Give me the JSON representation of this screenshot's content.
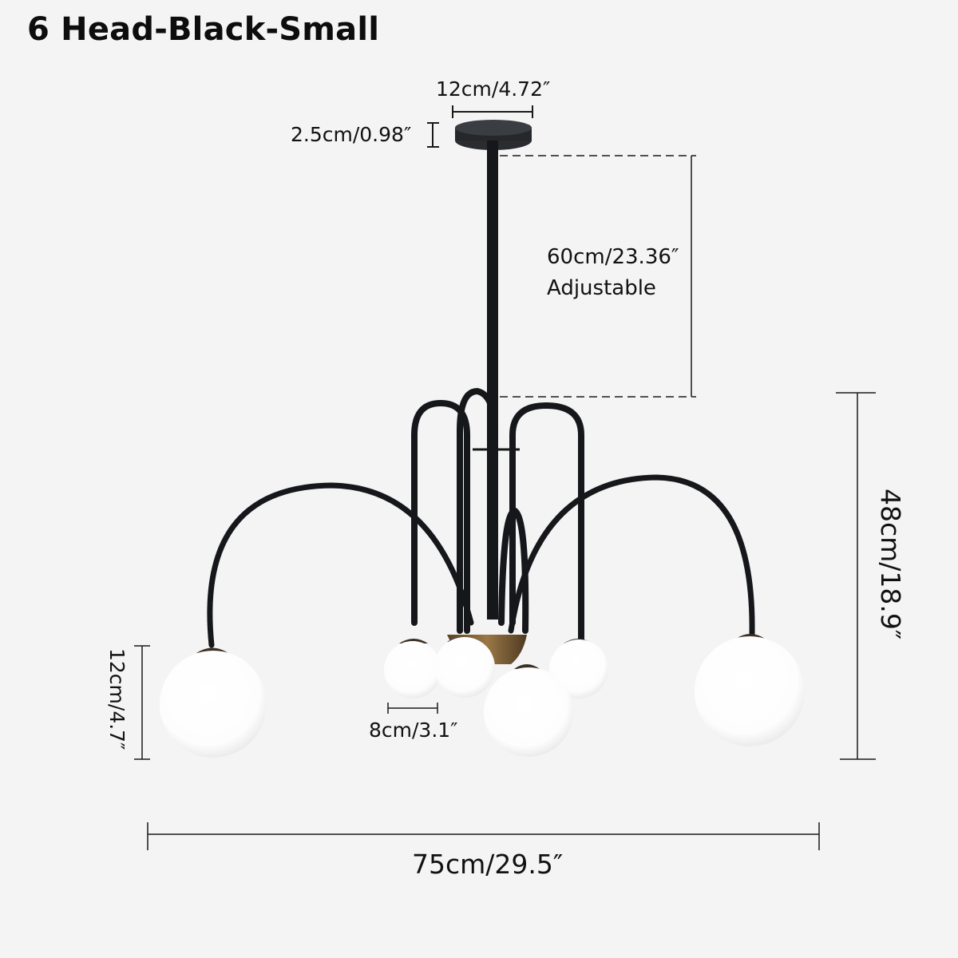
{
  "title": "6 Head-Black-Small",
  "dimensions": {
    "canopy_diameter": "12cm/4.72″",
    "canopy_height": "2.5cm/0.98″",
    "rod_length": "60cm/23.36″",
    "rod_note": "Adjustable",
    "body_height": "48cm/18.9″",
    "large_globe_diameter": "12cm/4.7″",
    "small_globe_diameter": "8cm/3.1″",
    "overall_width": "75cm/29.5″"
  },
  "product": {
    "heads": 6,
    "finish": "Black",
    "size": "Small",
    "globes": {
      "large": 3,
      "small": 3
    },
    "colors": {
      "frame": "#15171a",
      "accent_brass": "#8a6a3e",
      "globe": "#ffffff",
      "background": "#f4f4f4",
      "dimension_lines": "#1a1a1a"
    }
  }
}
